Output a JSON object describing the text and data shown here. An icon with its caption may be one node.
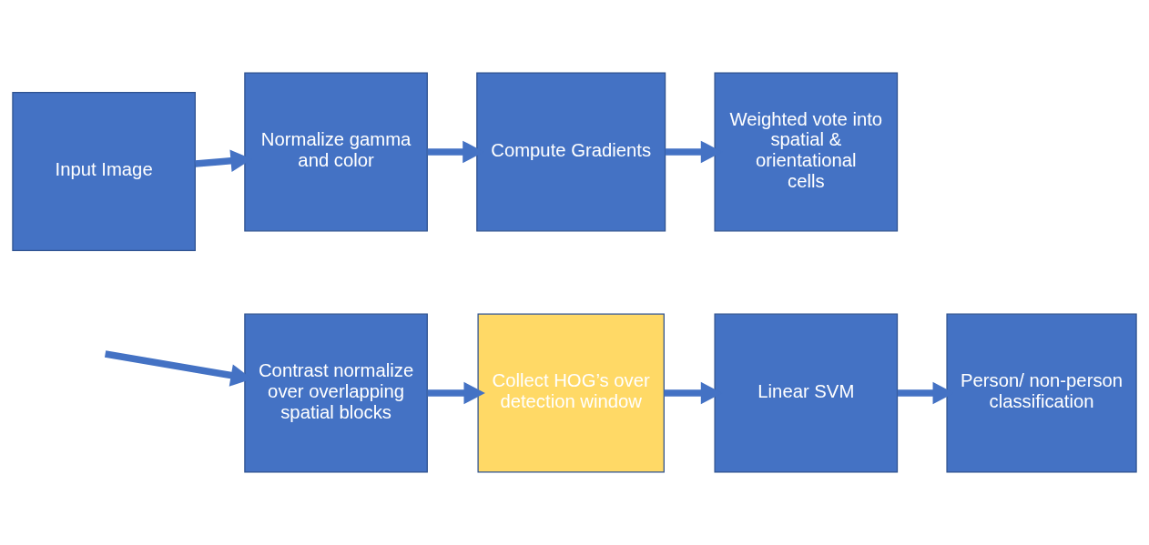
{
  "diagram": {
    "nodes": [
      {
        "text": [
          "Input Image"
        ]
      },
      {
        "text": [
          "Normalize gamma and color"
        ]
      },
      {
        "text": [
          "Compute Gradients"
        ]
      },
      {
        "text": [
          "Weighted vote into spatial & orientational cells"
        ]
      },
      {
        "text": [
          "Contrast normalize over overlapping spatial blocks"
        ]
      },
      {
        "text": [
          "Collect HOG’s over detection window"
        ]
      },
      {
        "text": [
          "Linear SVM"
        ]
      },
      {
        "text": [
          "Person/ non-person classification"
        ]
      }
    ],
    "edges": [
      {
        "from": 0,
        "to": 1,
        "arrow": "to"
      },
      {
        "from": 1,
        "to": 2,
        "arrow": "to"
      },
      {
        "from": 2,
        "to": 3,
        "arrow": "to"
      },
      {
        "from": null,
        "to": 4,
        "arrow": "to"
      },
      {
        "from": 4,
        "to": 5,
        "arrow": "to"
      },
      {
        "from": 5,
        "to": 6,
        "arrow": "to"
      },
      {
        "from": 6,
        "to": 7,
        "arrow": "to"
      }
    ]
  }
}
